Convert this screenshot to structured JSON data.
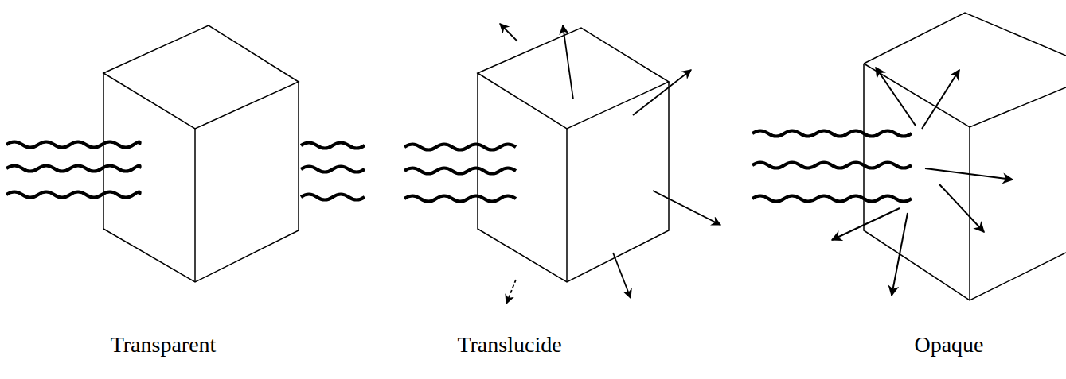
{
  "diagram": {
    "labels": [
      "Transparent",
      "Translucide",
      "Opaque"
    ]
  }
}
